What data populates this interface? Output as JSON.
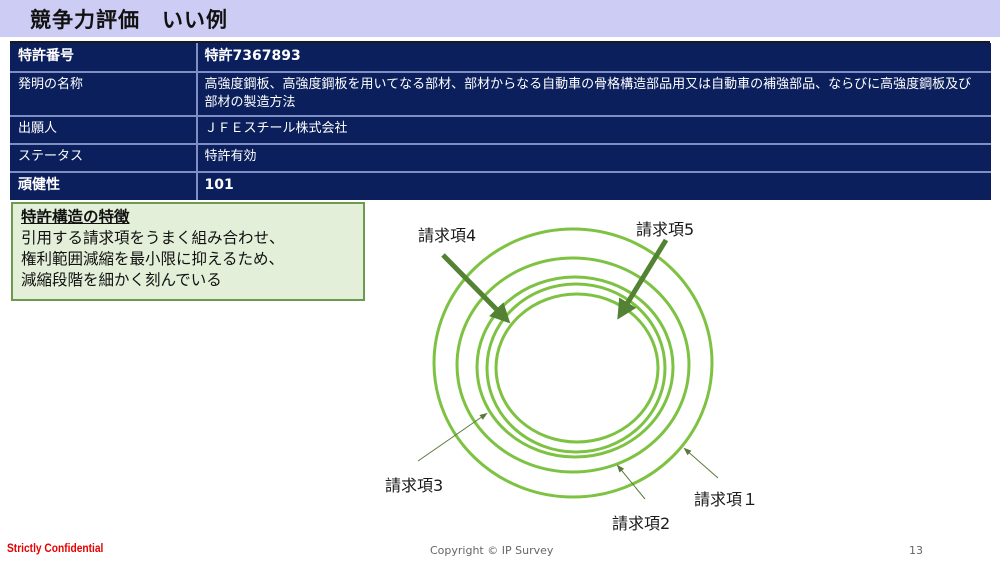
{
  "slide": {
    "title": "競争力評価　いい例",
    "page_number": "13"
  },
  "table": {
    "rows": [
      {
        "label": "特許番号",
        "value": "特許7367893",
        "bold": true
      },
      {
        "label": "発明の名称",
        "value": "高強度鋼板、高強度鋼板を用いてなる部材、部材からなる自動車の骨格構造部品用又は自動車の補強部品、ならびに高強度鋼板及び部材の製造方法",
        "bold": false
      },
      {
        "label": "出願人",
        "value": "ＪＦＥスチール株式会社",
        "bold": false
      },
      {
        "label": "ステータス",
        "value": "特許有効",
        "bold": false
      },
      {
        "label": "頑健性",
        "value": "101",
        "bold": true
      }
    ]
  },
  "feature_box": {
    "heading": "特許構造の特徴",
    "lines": [
      "引用する請求項をうまく組み合わせ、",
      "権利範囲減縮を最小限に抑えるため、",
      "減縮段階を細かく刻んでいる"
    ]
  },
  "diagram": {
    "ring_color": "#7dc242",
    "arrow_color_bold": "#548235",
    "arrow_color_thin": "#5a7a3a",
    "labels": {
      "claim1": "請求項１",
      "claim2": "請求項2",
      "claim3": "請求項3",
      "claim4": "請求項4",
      "claim5": "請求項5"
    }
  },
  "footer": {
    "confidential": "Strictly Confidential",
    "copyright": "Copyright © IP Survey"
  }
}
